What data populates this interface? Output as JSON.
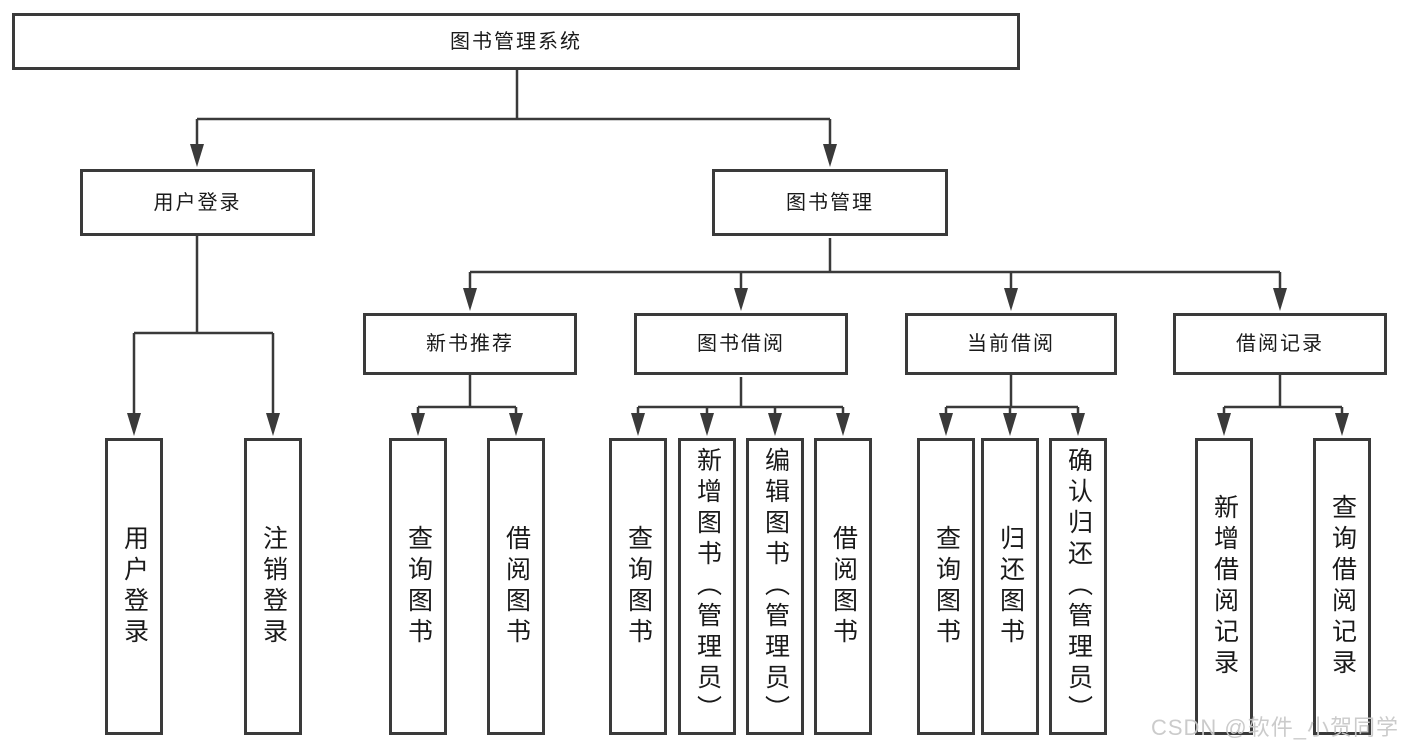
{
  "diagram": {
    "root_label": "图书管理系统",
    "branches": {
      "user_login": {
        "label": "用户登录",
        "children": [
          "用户登录",
          "注销登录"
        ]
      },
      "book_mgmt": {
        "label": "图书管理",
        "groups": [
          {
            "label": "新书推荐",
            "children": [
              "查询图书",
              "借阅图书"
            ]
          },
          {
            "label": "图书借阅",
            "children": [
              "查询图书",
              "新增图书（管理员）",
              "编辑图书（管理员）",
              "借阅图书"
            ]
          },
          {
            "label": "当前借阅",
            "children": [
              "查询图书",
              "归还图书",
              "确认归还（管理员）"
            ]
          },
          {
            "label": "借阅记录",
            "children": [
              "新增借阅记录",
              "查询借阅记录"
            ]
          }
        ]
      }
    },
    "colors": {
      "line": "#3a3a3a",
      "text": "#1a1a1a",
      "watermark": "#c9c9c9",
      "background": "#ffffff"
    },
    "watermark": "CSDN @软件_小贺同学"
  }
}
